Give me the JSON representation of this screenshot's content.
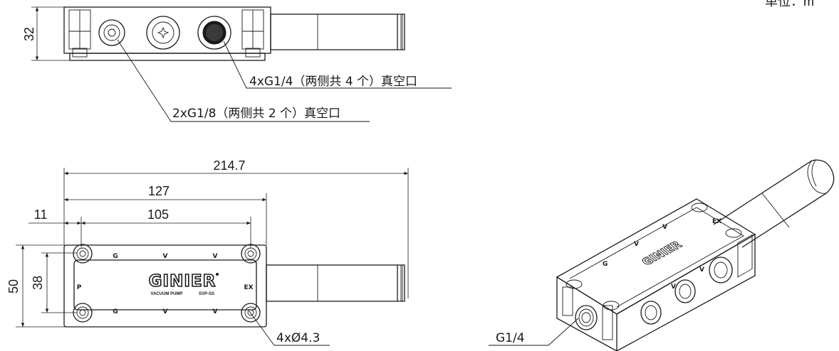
{
  "corner_note": "单位：m",
  "top_view": {
    "dim_height": "32",
    "callout_g14": "4xG1/4（两侧共 4 个）真空口",
    "callout_g18": "2xG1/8（两侧共 2 个）真空口"
  },
  "front_view": {
    "dim_total_length": "214.7",
    "dim_body_length": "127",
    "dim_hole_spacing": "105",
    "dim_edge_offset": "11",
    "dim_body_width": "50",
    "dim_hole_width": "38",
    "callout_holes": "4xØ4.3",
    "brand": "GINIER",
    "brand_sub_left": "VACUUM PUMP",
    "brand_sub_right": "SVP-SS",
    "marks": {
      "p": "P",
      "ex": "EX",
      "g": "G",
      "v": "V"
    }
  },
  "iso_view": {
    "callout_port": "G1/4",
    "brand": "GINIER"
  },
  "colors": {
    "line": "#1a1a1a",
    "background": "#ffffff"
  }
}
